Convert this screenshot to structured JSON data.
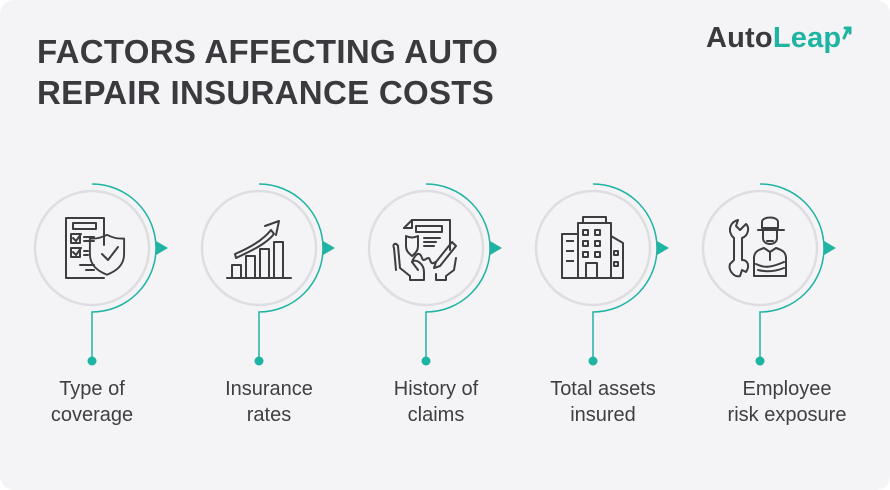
{
  "title_line1": "FACTORS AFFECTING AUTO",
  "title_line2": "REPAIR INSURANCE COSTS",
  "logo": {
    "part1": "Auto",
    "part2": "Leap"
  },
  "colors": {
    "accent": "#1fb4a2",
    "text": "#3a393d",
    "ring": "#dedde1",
    "background": "#f4f3f6"
  },
  "factors": [
    {
      "line1": "Type of",
      "line2": "coverage",
      "icon": "checklist-shield-icon"
    },
    {
      "line1": "Insurance",
      "line2": "rates",
      "icon": "rising-bar-chart-icon"
    },
    {
      "line1": "History of",
      "line2": "claims",
      "icon": "signed-document-hands-icon"
    },
    {
      "line1": "Total assets",
      "line2": "insured",
      "icon": "office-building-icon"
    },
    {
      "line1": "Employee",
      "line2": "risk exposure",
      "icon": "mechanic-wrench-icon"
    }
  ]
}
